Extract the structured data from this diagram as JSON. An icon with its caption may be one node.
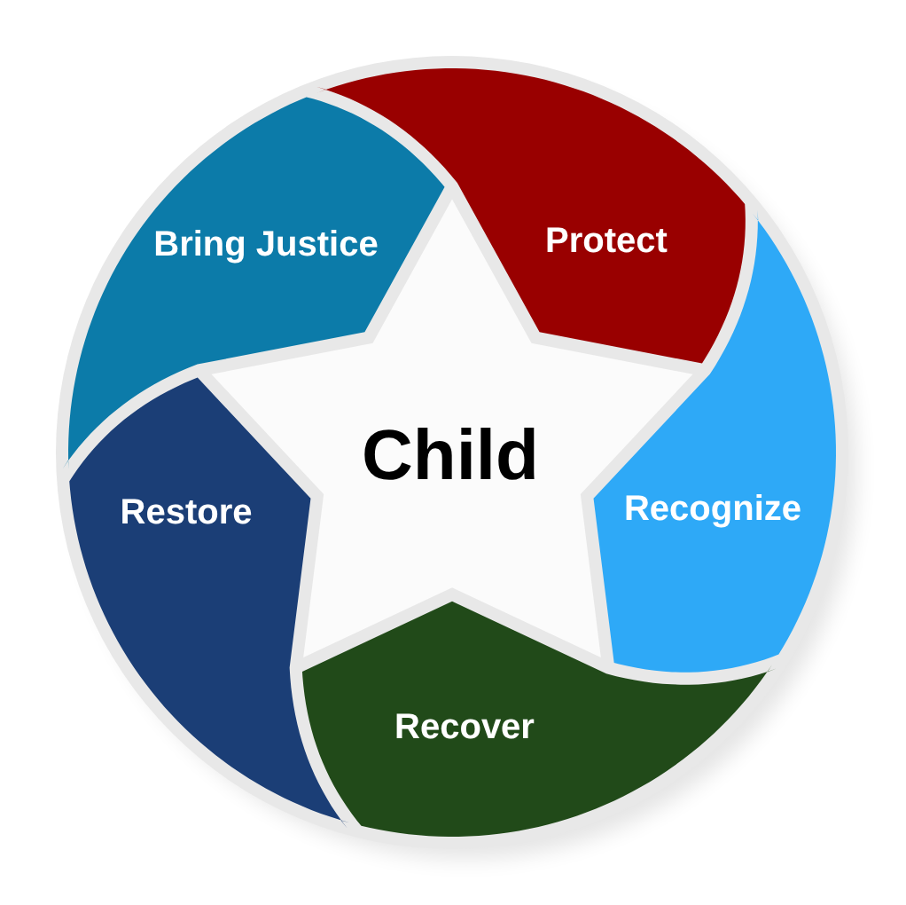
{
  "diagram": {
    "nodes": [
      {
        "text": [
          "Child"
        ]
      },
      {
        "text": [
          "Protect"
        ]
      },
      {
        "text": [
          "Recognize"
        ]
      },
      {
        "text": [
          "Recover"
        ]
      },
      {
        "text": [
          "Restore"
        ]
      },
      {
        "text": [
          "Bring Justice"
        ]
      }
    ]
  }
}
